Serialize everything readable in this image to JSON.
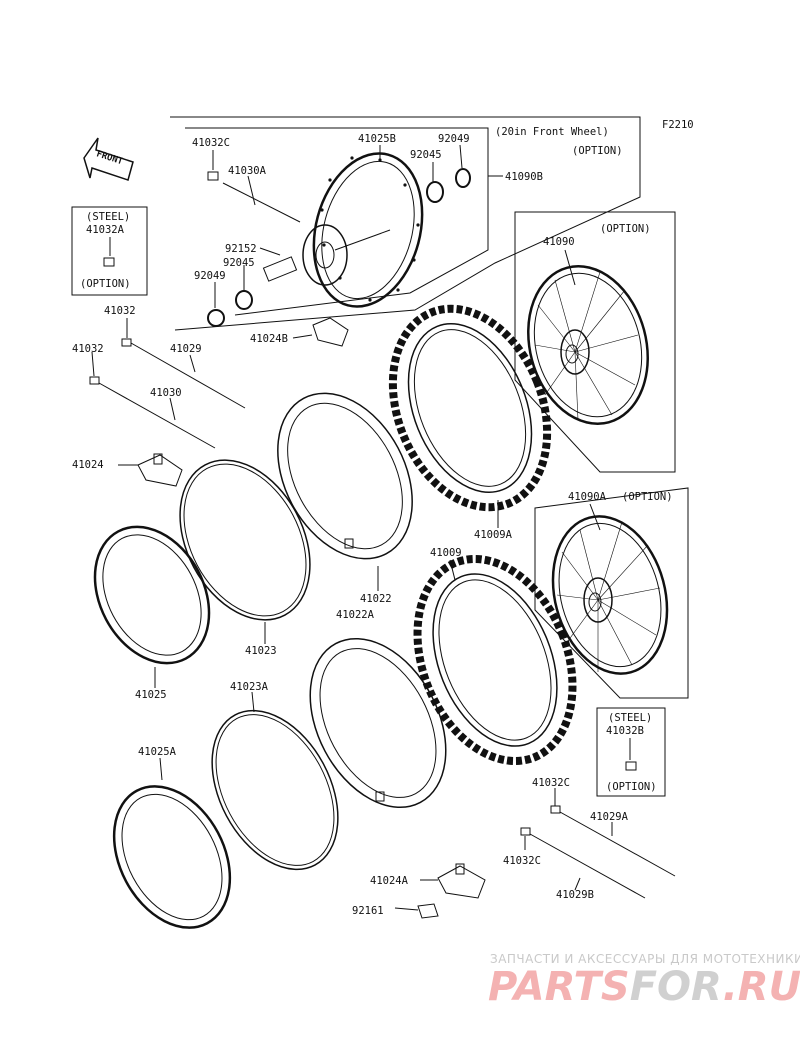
{
  "figure_code": "F2210",
  "front_arrow_label": "FRONT",
  "group_20in": {
    "line1": "(20in Front Wheel)",
    "line2": "(OPTION)"
  },
  "steel_left": {
    "line1": "(STEEL)",
    "part": "41032A",
    "option": "(OPTION)"
  },
  "steel_right": {
    "line1": "(STEEL)",
    "part": "41032B",
    "option": "(OPTION)"
  },
  "option_41090": {
    "option": "(OPTION)",
    "part": "41090"
  },
  "option_41090a": {
    "part": "41090A",
    "option": "(OPTION)"
  },
  "parts": {
    "p41032C_top": "41032C",
    "p41025B": "41025B",
    "p92049_top": "92049",
    "p92045_top": "92045",
    "p41090B": "41090B",
    "p41030A": "41030A",
    "p92152": "92152",
    "p92045_low": "92045",
    "p92049_low": "92049",
    "p41024B": "41024B",
    "p41032_a": "41032",
    "p41032_b": "41032",
    "p41029": "41029",
    "p41030": "41030",
    "p41024": "41024",
    "p41009A": "41009A",
    "p41022": "41022",
    "p41022A": "41022A",
    "p41009": "41009",
    "p41023": "41023",
    "p41025": "41025",
    "p41023A": "41023A",
    "p41025A": "41025A",
    "p41032C_r1": "41032C",
    "p41029A": "41029A",
    "p41032C_r2": "41032C",
    "p41029B": "41029B",
    "p41024A": "41024A",
    "p92161": "92161"
  },
  "watermark": {
    "tagline": "ЗАПЧАСТИ И АКСЕССУАРЫ ДЛЯ МОТОТЕХНИКИ",
    "brand_a": "PARTS",
    "brand_b": "FOR",
    "brand_c": ".RU"
  },
  "colors": {
    "ink": "#111111",
    "watermark_red": "#f4b2b2",
    "watermark_grey": "#d0d0d0"
  }
}
